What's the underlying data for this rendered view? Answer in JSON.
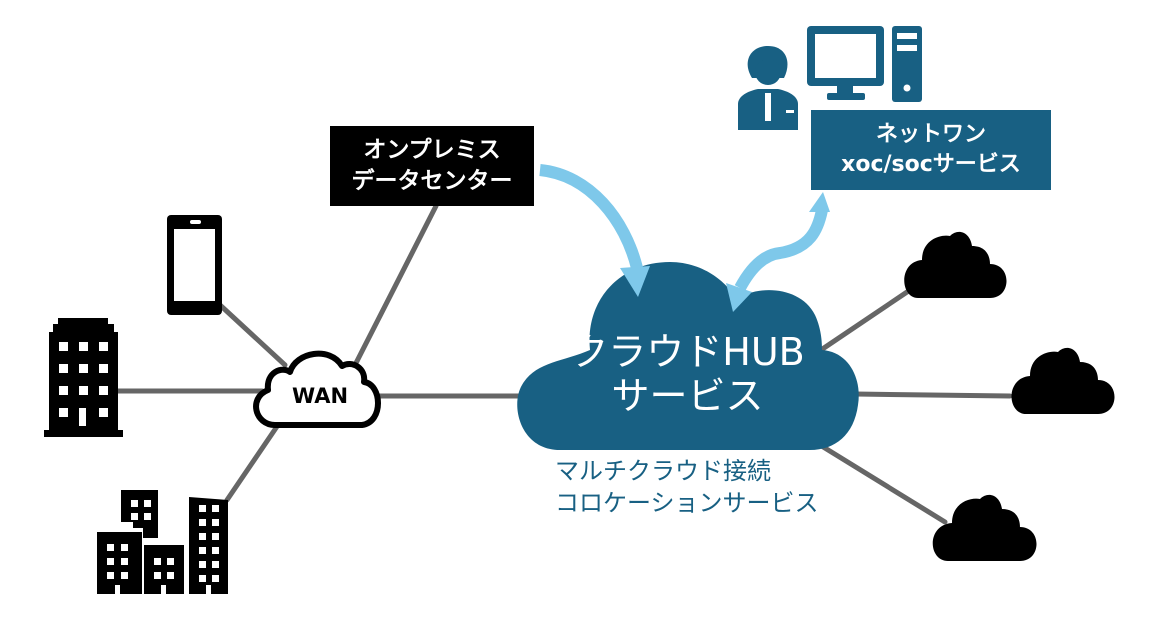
{
  "diagram": {
    "colors": {
      "primary_blue": "#186083",
      "arrow_light_blue": "#7ec8ea",
      "line_gray": "#666666",
      "black": "#000000"
    },
    "onprem": {
      "line1": "オンプレミス",
      "line2": "データセンター"
    },
    "xoc": {
      "line1": "ネットワン",
      "line2": "xoc/socサービス"
    },
    "hub": {
      "line1": "クラウドHUB",
      "line2": "サービス",
      "sub1": "マルチクラウド接続",
      "sub2": "コロケーションサービス"
    },
    "wan": {
      "label": "WAN"
    },
    "icons": {
      "smartphone": "smartphone-icon",
      "building": "building-icon",
      "city": "city-buildings-icon",
      "operator": "operator-person-icon",
      "computer": "desktop-computer-icon",
      "cloud": "cloud-icon"
    }
  }
}
